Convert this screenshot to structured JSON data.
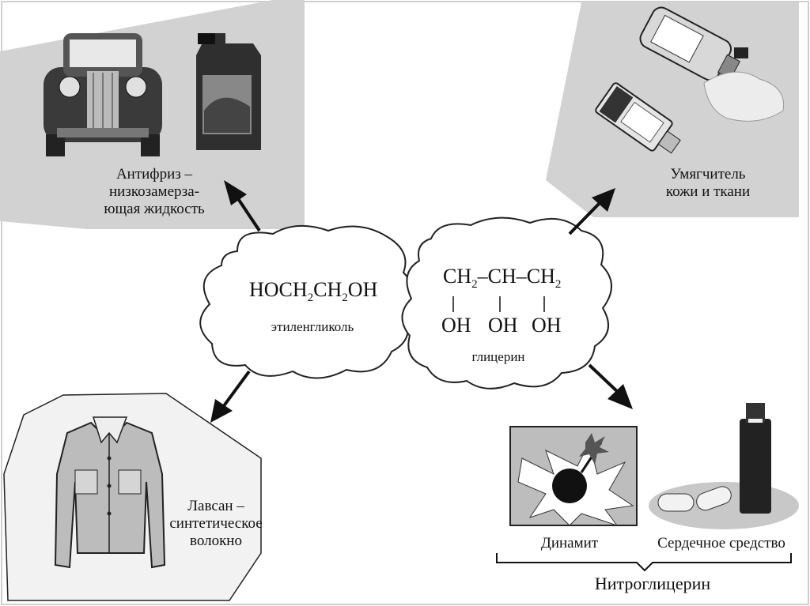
{
  "clouds": {
    "ethylene_glycol": {
      "formula_parts": [
        "HOCH",
        "2",
        "CH",
        "2",
        "OH"
      ],
      "name": "этиленгликоль"
    },
    "glycerol": {
      "top_parts": [
        "CH",
        "2",
        "–CH–CH",
        "2"
      ],
      "bottom": [
        "OH",
        "OH",
        "OH"
      ],
      "name": "глицерин"
    }
  },
  "applications": {
    "antifreeze": {
      "lines": [
        "Антифриз –",
        "низкозамерза-",
        "ющая жидкость"
      ]
    },
    "softener": {
      "lines": [
        "Умягчитель",
        "кожи и ткани"
      ]
    },
    "lavsan": {
      "lines": [
        "Лавсан –",
        "синтетическое",
        "волокно"
      ]
    },
    "dynamite": {
      "label": "Динамит"
    },
    "heart_drug": {
      "label": "Сердечное средство"
    },
    "nitroglycerin": {
      "label": "Нитроглицерин"
    }
  },
  "icons": {
    "car": "car-icon",
    "canister": "canister-icon",
    "bottle": "bottle-icon",
    "tube": "tube-icon",
    "shirt": "shirt-icon",
    "bomb": "bomb-icon",
    "pills": "pills-icon"
  },
  "colors": {
    "panel": "#d2d2d2",
    "ink": "#111111",
    "paper": "#ffffff"
  }
}
